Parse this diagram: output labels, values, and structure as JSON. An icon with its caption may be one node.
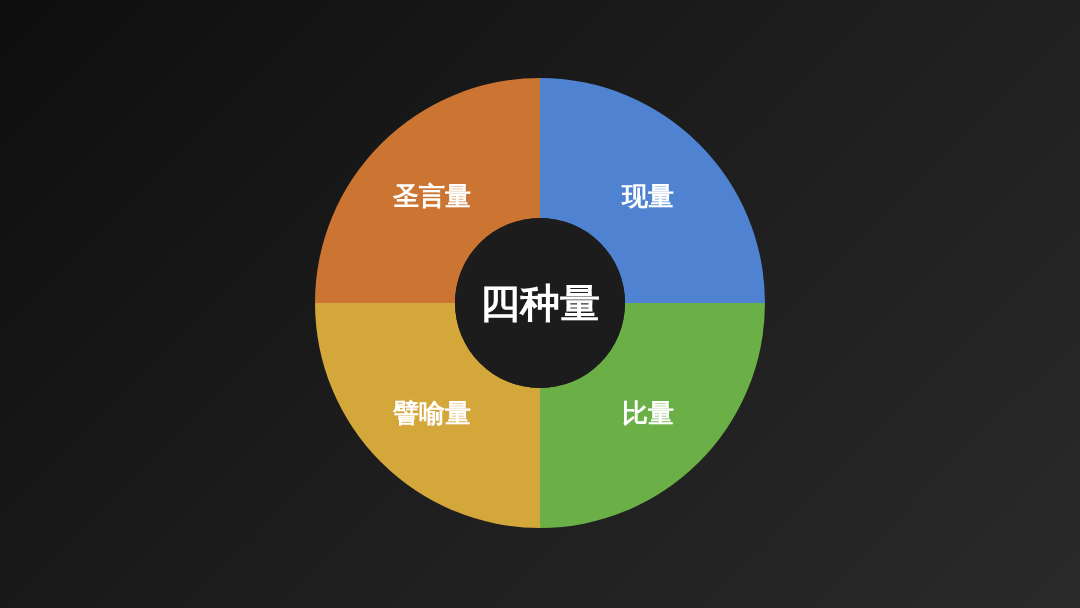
{
  "diagram": {
    "nodes": [
      {
        "text": [
          "圣言量"
        ]
      },
      {
        "text": [
          "现量"
        ]
      },
      {
        "text": [
          "四种量"
        ]
      },
      {
        "text": [
          "譬喻量"
        ]
      },
      {
        "text": [
          "比量"
        ]
      }
    ]
  }
}
